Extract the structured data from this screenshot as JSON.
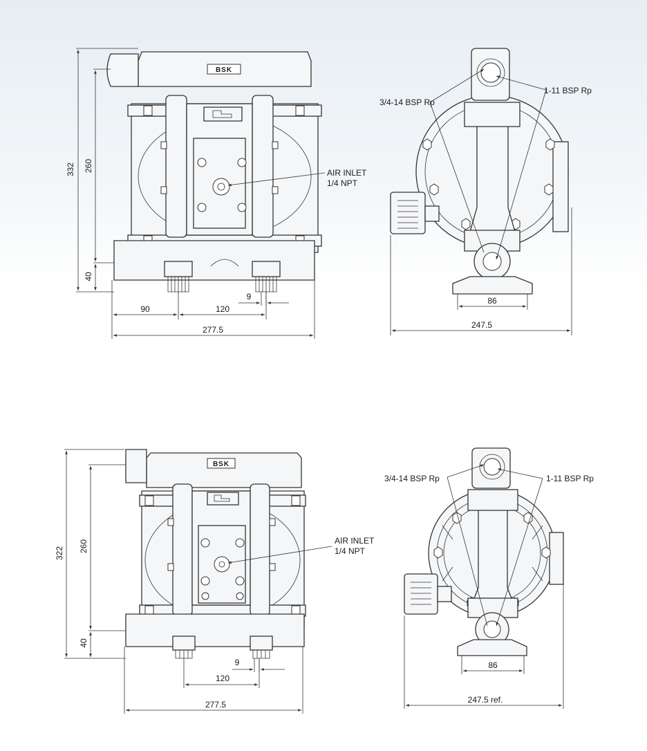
{
  "top_front": {
    "brand": "BSK",
    "air_inlet_line1": "AIR INLET",
    "air_inlet_line2": "1/4 NPT",
    "dims": {
      "h_overall": "332",
      "h_ports": "260",
      "h_base": "40",
      "w_left": "90",
      "w_center": "120",
      "w_small": "9",
      "w_total": "277.5"
    }
  },
  "top_side": {
    "label_left": "3/4-14 BSP Rp",
    "label_right": "1-11 BSP Rp",
    "dims": {
      "foot": "86",
      "total": "247.5"
    }
  },
  "bottom_front": {
    "brand": "BSK",
    "air_inlet_line1": "AIR INLET",
    "air_inlet_line2": "1/4 NPT",
    "dims": {
      "h_overall": "322",
      "h_ports": "260",
      "h_base": "40",
      "w_small": "9",
      "w_center": "120",
      "w_total": "277.5"
    }
  },
  "bottom_side": {
    "label_left": "3/4-14 BSP Rp",
    "label_right": "1-11 BSP Rp",
    "dims": {
      "foot": "86",
      "total": "247.5 ref."
    }
  }
}
